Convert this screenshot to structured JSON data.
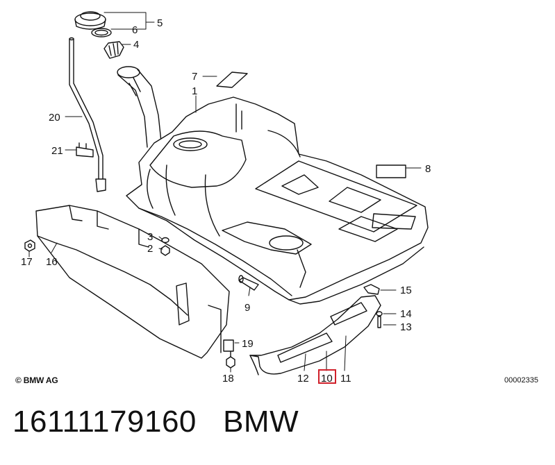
{
  "diagram": {
    "copyright": "© BMW AG",
    "diagram_id": "00002335",
    "highlighted_part": "10",
    "callouts": [
      "1",
      "2",
      "3",
      "4",
      "5",
      "6",
      "7",
      "8",
      "9",
      "10",
      "11",
      "12",
      "13",
      "14",
      "15",
      "16",
      "17",
      "18",
      "19",
      "20",
      "21"
    ]
  },
  "caption": {
    "part_number": "16111179160",
    "brand": "BMW"
  },
  "colors": {
    "line": "#111111",
    "highlight": "#d0202a",
    "background": "#ffffff"
  }
}
